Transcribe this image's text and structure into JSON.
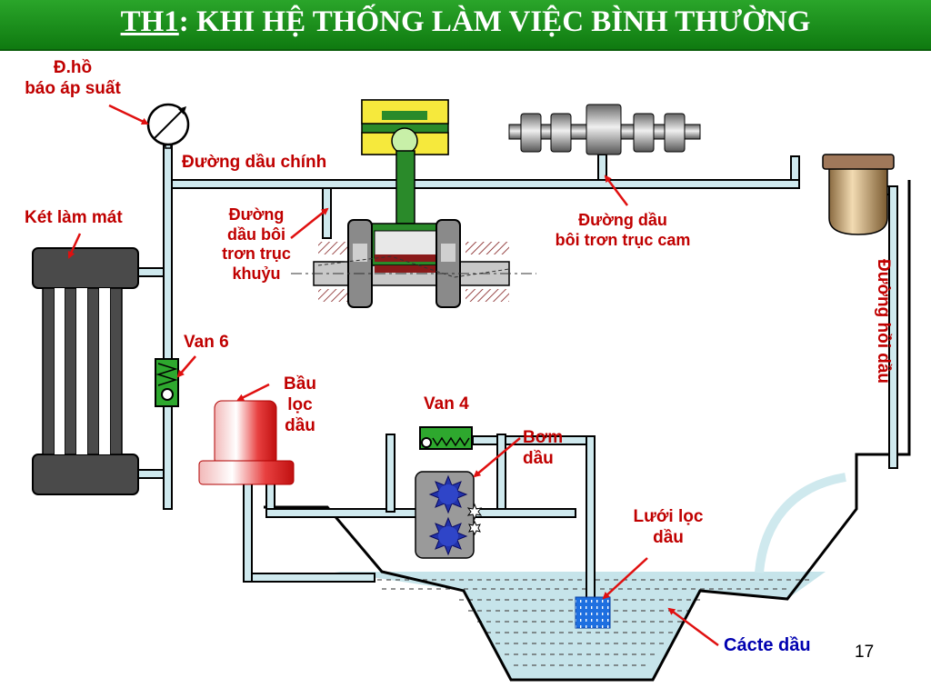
{
  "title": {
    "prefix": "TH1",
    "rest": ": KHI HỆ THỐNG LÀM VIỆC BÌNH THƯỜNG"
  },
  "labels": {
    "pressure_gauge": [
      "Đ.hồ",
      "báo áp suất"
    ],
    "main_oil_line": "Đường dầu chính",
    "radiator": "Két làm mát",
    "crankshaft_line": [
      "Đường",
      "dầu bôi",
      "trơn trục",
      "khuỷu"
    ],
    "camshaft_line": [
      "Đường dầu",
      "bôi trơn trục cam"
    ],
    "return_line": "Đường hồi dầu",
    "valve6": "Van 6",
    "oil_filter": [
      "Bầu",
      "lọc",
      "dầu"
    ],
    "valve4": "Van 4",
    "oil_pump": [
      "Bơm",
      "dầu"
    ],
    "strainer": [
      "Lưới lọc",
      "dầu"
    ],
    "oil_pan": "Cácte dầu"
  },
  "page_number": "17",
  "colors": {
    "title_bg": "#1b8e1b",
    "label_red": "#c00000",
    "label_blue": "#0000b0",
    "pipe_fill": "#cfe9ee",
    "oil": "#c6e4ea",
    "arrow": "#e01010"
  }
}
